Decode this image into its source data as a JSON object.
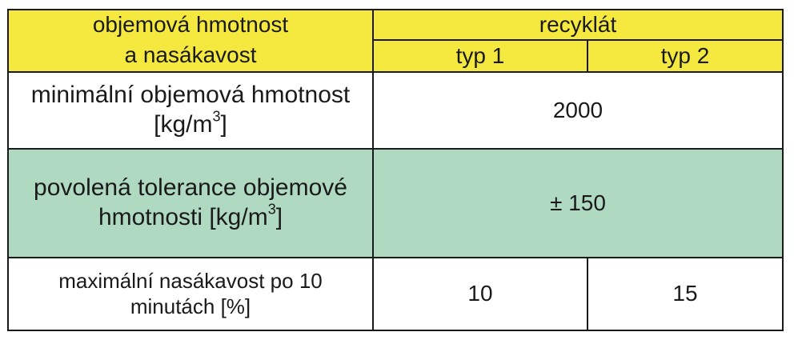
{
  "header": {
    "param_line1": "objemová hmotnost",
    "param_line2": "a nasákavost",
    "group": "recyklát",
    "col1": "typ 1",
    "col2": "typ 2"
  },
  "rows": [
    {
      "label_line1": "minimální objemová hmotnost",
      "label_line2_pre": "[kg/m",
      "label_sup": "3",
      "label_line2_post": "]",
      "value": "2000"
    },
    {
      "label_line1": "povolená tolerance objemové",
      "label_line2_pre": "hmotnosti [kg/m",
      "label_sup": "3",
      "label_line2_post": "]",
      "value": "± 150"
    },
    {
      "label_line1": "maximální nasákavost po 10",
      "label_line2": "minutách [%]",
      "value1": "10",
      "value2": "15"
    }
  ],
  "colors": {
    "header_bg": "#f5e93f",
    "highlight_row_bg": "#b0d9c1",
    "border": "#1a1a1a"
  }
}
